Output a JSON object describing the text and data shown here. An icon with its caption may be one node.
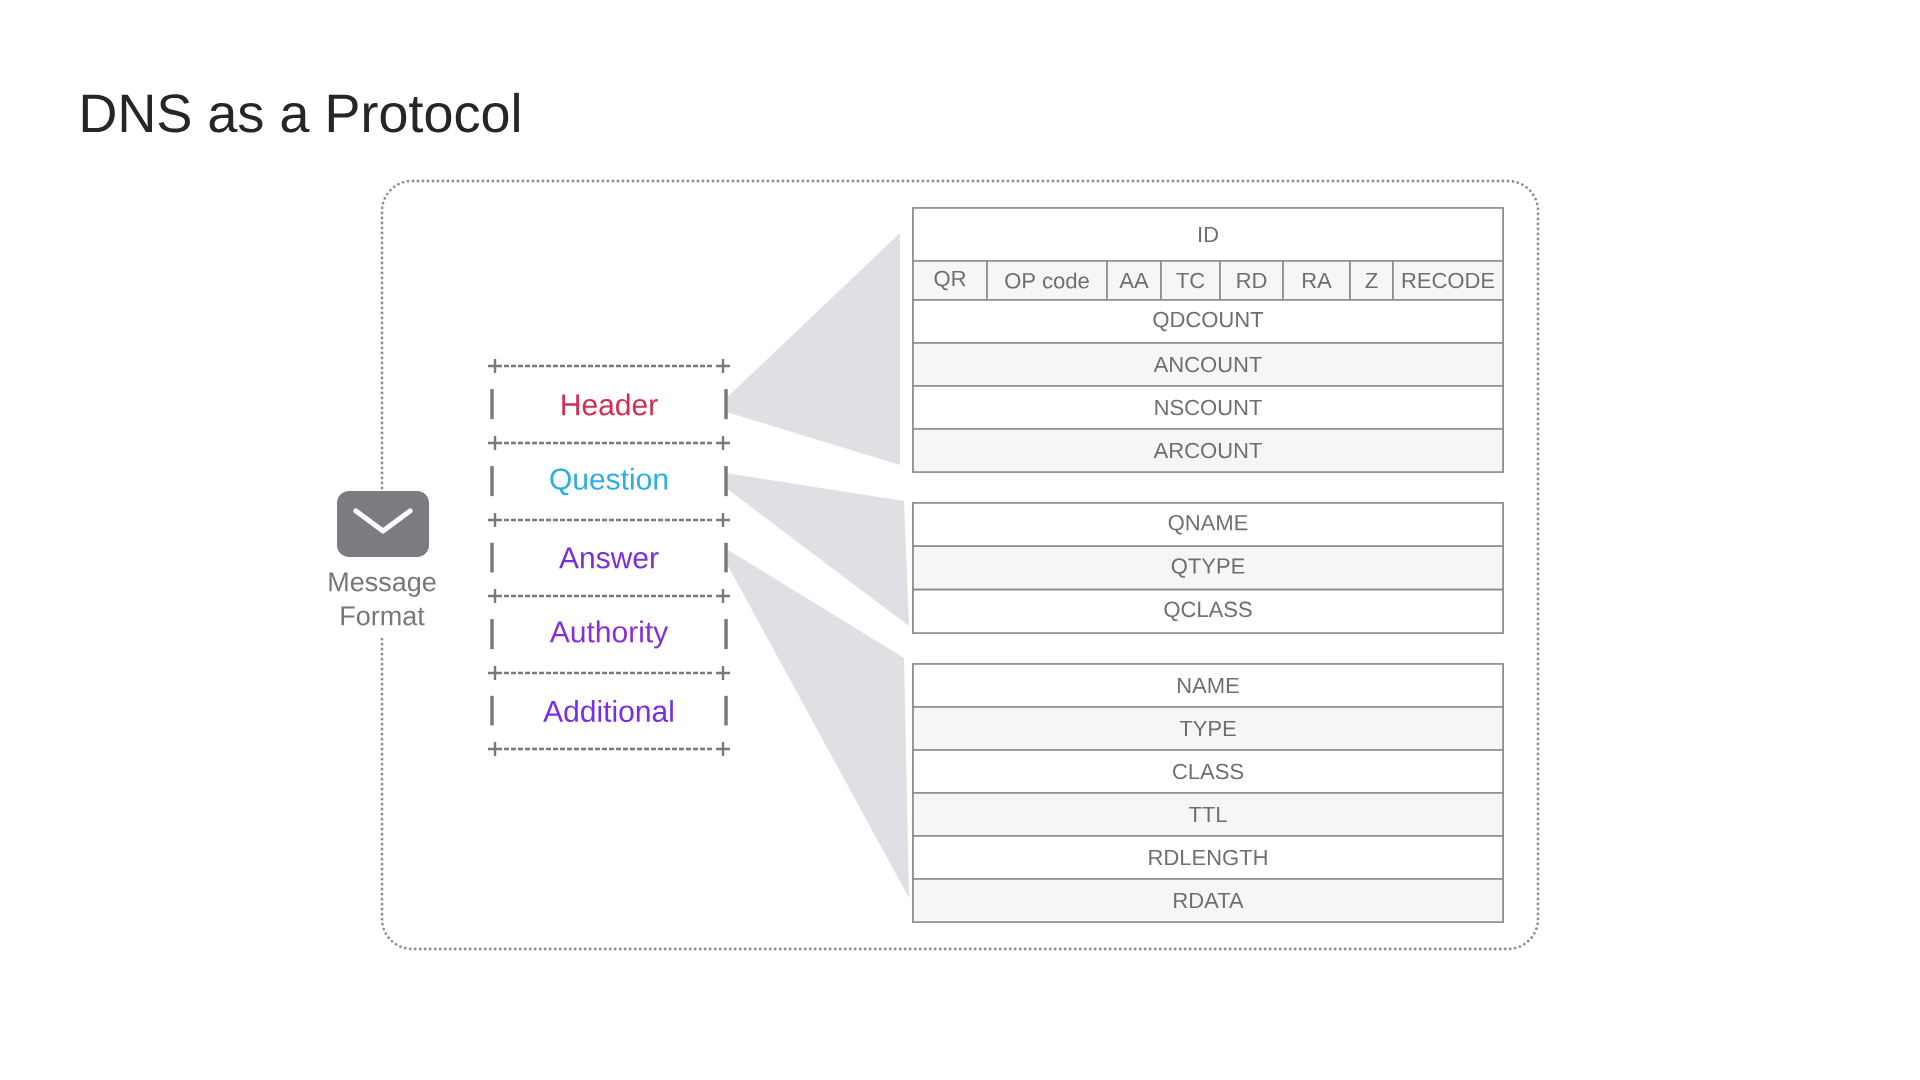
{
  "diagram": {
    "title": "DNS as a Protocol",
    "nodes": [
      {
        "text": [
          "Message Format"
        ]
      },
      {
        "text": [
          "Header"
        ],
        "in": 0
      },
      {
        "text": [
          "Question"
        ],
        "in": 0
      },
      {
        "text": [
          "Answer"
        ],
        "in": 0
      },
      {
        "text": [
          "Authority"
        ],
        "in": 0
      },
      {
        "text": [
          "Additional"
        ],
        "in": 0
      },
      {
        "text": [],
        "shape": "box",
        "in": 0
      },
      {
        "text": [
          "ID"
        ],
        "in": 6
      },
      {
        "text": [
          "QR"
        ],
        "in": 6
      },
      {
        "text": [
          "OP code"
        ],
        "in": 6
      },
      {
        "text": [
          "AA"
        ],
        "in": 6
      },
      {
        "text": [
          "TC"
        ],
        "in": 6
      },
      {
        "text": [
          "RD"
        ],
        "in": 6
      },
      {
        "text": [
          "RA"
        ],
        "in": 6
      },
      {
        "text": [
          "Z"
        ],
        "in": 6
      },
      {
        "text": [
          "RECODE"
        ],
        "in": 6
      },
      {
        "text": [
          "QDCOUNT"
        ],
        "in": 6
      },
      {
        "text": [
          "ANCOUNT"
        ],
        "in": 6
      },
      {
        "text": [
          "NSCOUNT"
        ],
        "in": 6
      },
      {
        "text": [
          "ARCOUNT"
        ],
        "in": 6
      },
      {
        "text": [],
        "shape": "box",
        "in": 0
      },
      {
        "text": [
          "QNAME"
        ],
        "in": 20
      },
      {
        "text": [
          "QTYPE"
        ],
        "in": 20
      },
      {
        "text": [
          "QCLASS"
        ],
        "in": 20
      },
      {
        "text": [],
        "shape": "box",
        "in": 0
      },
      {
        "text": [
          "NAME"
        ],
        "in": 24
      },
      {
        "text": [
          "TYPE"
        ],
        "in": 24
      },
      {
        "text": [
          "CLASS"
        ],
        "in": 24
      },
      {
        "text": [
          "TTL"
        ],
        "in": 24
      },
      {
        "text": [
          "RDLENGTH"
        ],
        "in": 24
      },
      {
        "text": [
          "RDATA"
        ],
        "in": 24
      }
    ],
    "edges": [
      {
        "from": 1,
        "to": 6,
        "arrow": "none"
      },
      {
        "from": 2,
        "to": 20,
        "arrow": "none"
      },
      {
        "from": 3,
        "to": 24,
        "arrow": "none"
      }
    ]
  }
}
